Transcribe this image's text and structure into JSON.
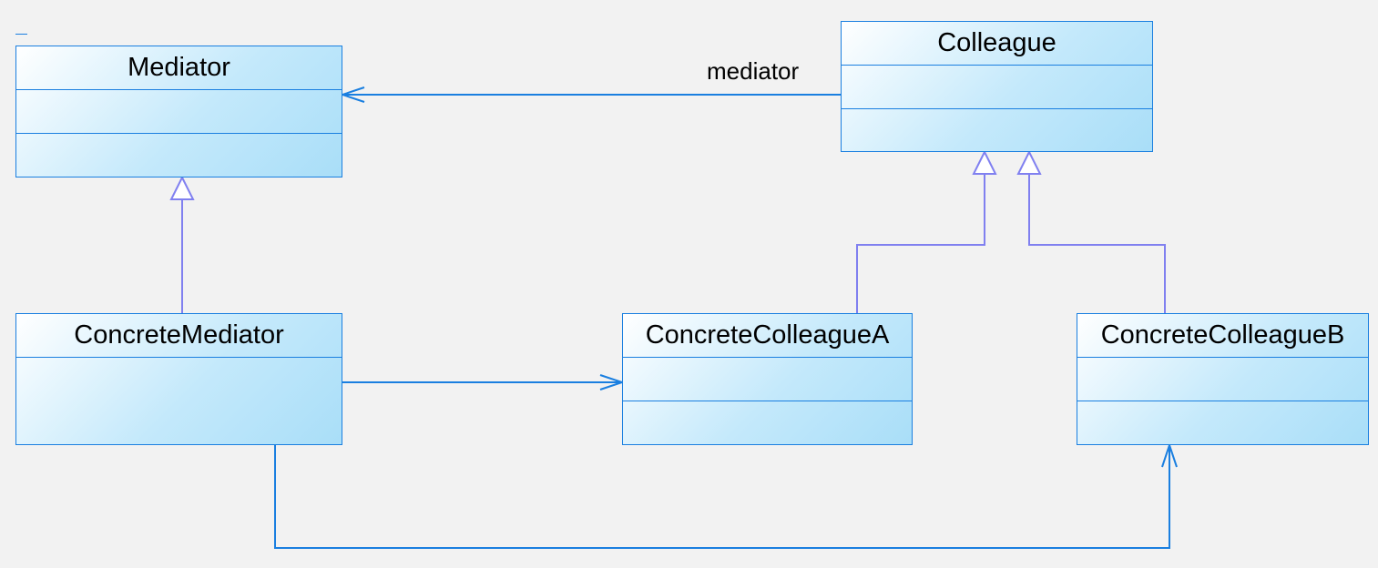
{
  "diagram": {
    "classes": {
      "mediator": {
        "name": "Mediator"
      },
      "colleague": {
        "name": "Colleague"
      },
      "concrete_mediator": {
        "name": "ConcreteMediator"
      },
      "concrete_colleague_a": {
        "name": "ConcreteColleagueA"
      },
      "concrete_colleague_b": {
        "name": "ConcreteColleagueB"
      }
    },
    "associations": {
      "colleague_to_mediator": {
        "label": "mediator"
      }
    },
    "colors": {
      "association": "#1a7fe0",
      "generalization": "#8080f0",
      "box_border": "#1a7fe0"
    }
  }
}
